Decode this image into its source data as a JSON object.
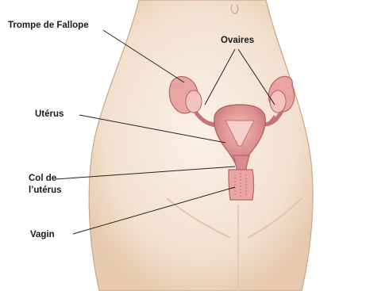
{
  "labels": {
    "fallope": "Trompe de Fallope",
    "ovaires": "Ovaires",
    "uterus": "Utérus",
    "col_line1": "Col de",
    "col_line2": "l’utérus",
    "vagin": "Vagin"
  },
  "colors": {
    "skin": "#f5e6d6",
    "skin_shadow": "#e8cdb5",
    "outline": "#c9a88c",
    "organ": "#d98c8c",
    "organ_light": "#eeb3ae",
    "organ_dark": "#b86468",
    "leader_line": "#222222"
  }
}
